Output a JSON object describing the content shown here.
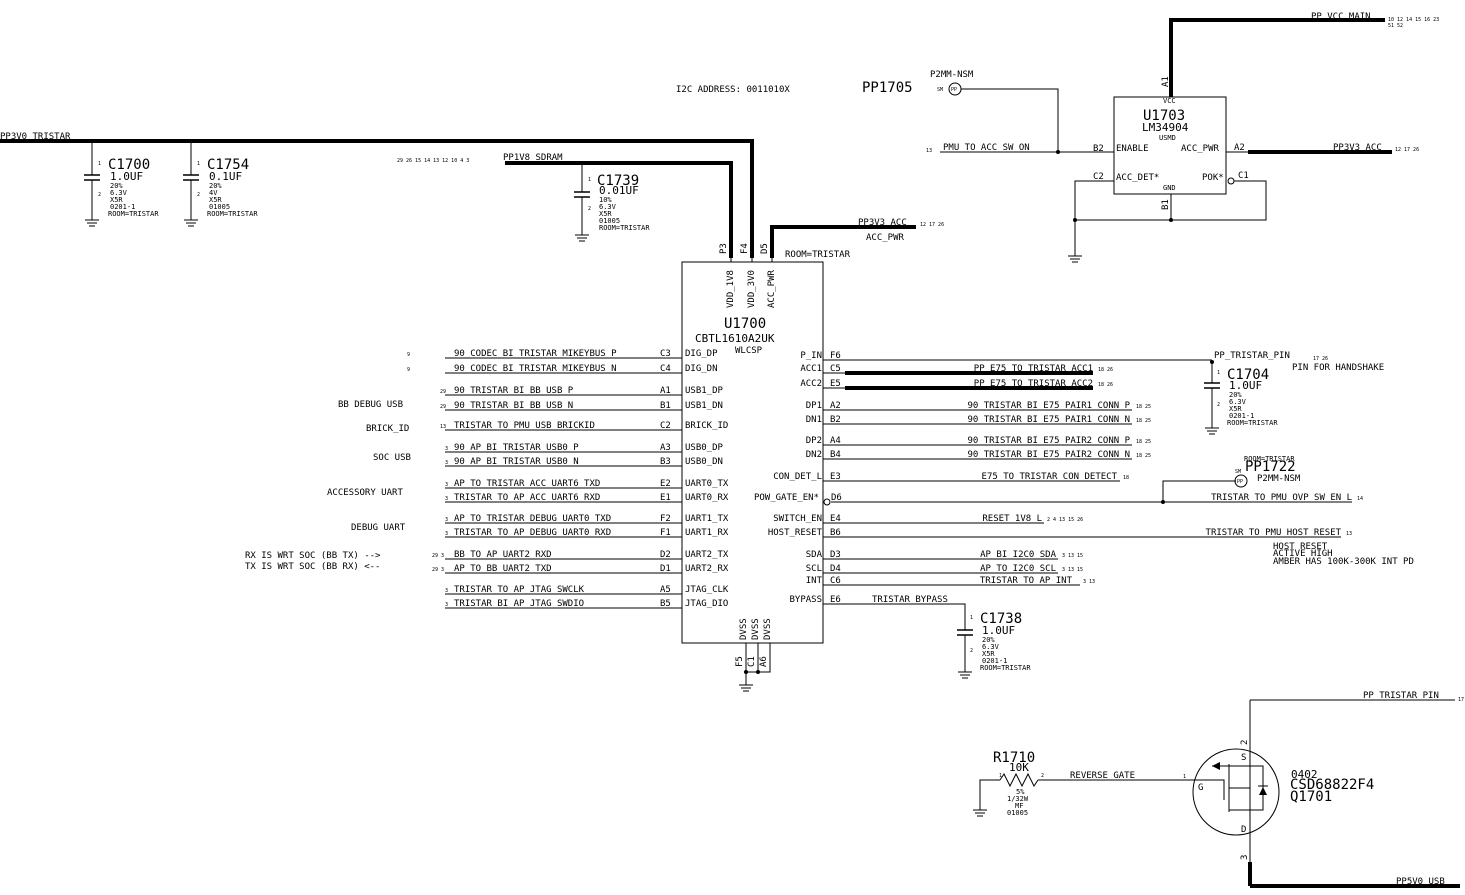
{
  "i2c_address": "I2C ADDRESS: 0011010X",
  "rails": {
    "pp3v0_tristar": "PP3V0_TRISTAR",
    "pp1v8_sdram": "PP1V8_SDRAM",
    "pp1v8_refs": "29 26 15 14 13 12 10 4 3",
    "pp3v3_acc": "PP3V3_ACC",
    "pp3v3_acc_refs": "12 17 26",
    "acc_pwr": "ACC_PWR",
    "room_tristar": "ROOM=TRISTAR",
    "pp_vcc_main": "PP_VCC_MAIN",
    "pp_vcc_main_refs1": "10 12 14 15 16 23",
    "pp_vcc_main_refs2": "51 52",
    "pp_tristar_pin": "PP_TRISTAR_PIN",
    "pp5v0_usb": "PP5V0_USB",
    "gnd": "GND"
  },
  "pp1705": {
    "name": "PP1705",
    "type": "P2MM-NSM",
    "sm": "SM",
    "pp": "PP"
  },
  "pp1722": {
    "name": "PP1722",
    "type": "P2MM-NSM",
    "sm": "SM",
    "pp": "PP",
    "room": "ROOM=TRISTAR"
  },
  "u1703": {
    "ref": "U1703",
    "part": "LM34904",
    "pkg": "USMD",
    "vcc": "VCC",
    "enable": "ENABLE",
    "acc_pwr": "ACC_PWR",
    "acc_det": "ACC_DET*",
    "pok": "POK*",
    "gnd": "GND",
    "a1": "A1",
    "b2": "B2",
    "a2": "A2",
    "c2": "C2",
    "c1": "C1",
    "b1": "B1",
    "enable_net": "PMU_TO_ACC_SW_ON",
    "enable_ref": "13",
    "out_net": "PP3V3_ACC",
    "out_refs": "12 17 26"
  },
  "caps": {
    "c1700": {
      "ref": "C1700",
      "val": "1.0UF",
      "tol": "20%",
      "volt": "6.3V",
      "diel": "X5R",
      "pkg": "0201-1",
      "room": "ROOM=TRISTAR"
    },
    "c1754": {
      "ref": "C1754",
      "val": "0.1UF",
      "tol": "20%",
      "volt": "4V",
      "diel": "X5R",
      "pkg": "01005",
      "room": "ROOM=TRISTAR"
    },
    "c1739": {
      "ref": "C1739",
      "val": "0.01UF",
      "tol": "10%",
      "volt": "6.3V",
      "diel": "X5R",
      "pkg": "01005",
      "room": "ROOM=TRISTAR"
    },
    "c1704": {
      "ref": "C1704",
      "val": "1.0UF",
      "tol": "20%",
      "volt": "6.3V",
      "diel": "X5R",
      "pkg": "0201-1",
      "room": "ROOM=TRISTAR"
    },
    "c1738": {
      "ref": "C1738",
      "val": "1.0UF",
      "tol": "20%",
      "volt": "6.3V",
      "diel": "X5R",
      "pkg": "0201-1",
      "room": "ROOM=TRISTAR"
    },
    "pin1": "1",
    "pin2": "2"
  },
  "u1700": {
    "ref": "U1700",
    "part": "CBTL1610A2UK",
    "pkg": "WLCSP",
    "top_pins": [
      {
        "ball": "P3",
        "name": "VDD_1V8"
      },
      {
        "ball": "F4",
        "name": "VDD_3V0"
      },
      {
        "ball": "D5",
        "name": "ACC_PWR"
      }
    ],
    "bottom_pins": [
      {
        "ball": "F5",
        "name": "DVSS"
      },
      {
        "ball": "C1",
        "name": "DVSS"
      },
      {
        "ball": "A6",
        "name": "DVSS"
      }
    ],
    "left_pins": [
      {
        "ball": "C3",
        "name": "DIG_DP",
        "net": "90_CODEC_BI_TRISTAR_MIKEYBUS_P",
        "ref": "9"
      },
      {
        "ball": "C4",
        "name": "DIG_DN",
        "net": "90_CODEC_BI_TRISTAR_MIKEYBUS_N",
        "ref": "9"
      },
      {
        "ball": "A1",
        "name": "USB1_DP",
        "net": "90_TRISTAR_BI_BB_USB_P",
        "ref": "29"
      },
      {
        "ball": "B1",
        "name": "USB1_DN",
        "net": "90_TRISTAR_BI_BB_USB_N",
        "ref": "29"
      },
      {
        "ball": "C2",
        "name": "BRICK_ID",
        "net": "TRISTAR_TO_PMU_USB_BRICKID",
        "ref": "13"
      },
      {
        "ball": "A3",
        "name": "USB0_DP",
        "net": "90_AP_BI_TRISTAR_USB0_P",
        "ref": "3"
      },
      {
        "ball": "B3",
        "name": "USB0_DN",
        "net": "90_AP_BI_TRISTAR_USB0_N",
        "ref": "3"
      },
      {
        "ball": "E2",
        "name": "UART0_TX",
        "net": "AP_TO_TRISTAR_ACC_UART6_TXD",
        "ref": "3"
      },
      {
        "ball": "E1",
        "name": "UART0_RX",
        "net": "TRISTAR_TO_AP_ACC_UART6_RXD",
        "ref": "3"
      },
      {
        "ball": "F2",
        "name": "UART1_TX",
        "net": "AP_TO_TRISTAR_DEBUG_UART0_TXD",
        "ref": "3"
      },
      {
        "ball": "F1",
        "name": "UART1_RX",
        "net": "TRISTAR_TO_AP_DEBUG_UART0_RXD",
        "ref": "3"
      },
      {
        "ball": "D2",
        "name": "UART2_TX",
        "net": "BB_TO_AP_UART2_RXD",
        "ref": "29 3"
      },
      {
        "ball": "D1",
        "name": "UART2_RX",
        "net": "AP_TO_BB_UART2_TXD",
        "ref": "29 3"
      },
      {
        "ball": "A5",
        "name": "JTAG_CLK",
        "net": "TRISTAR_TO_AP_JTAG_SWCLK",
        "ref": "3"
      },
      {
        "ball": "B5",
        "name": "JTAG_DIO",
        "net": "TRISTAR_BI_AP_JTAG_SWDIO",
        "ref": "3"
      }
    ],
    "right_pins": [
      {
        "ball": "F6",
        "name": "P_IN",
        "net": "",
        "ref": ""
      },
      {
        "ball": "C5",
        "name": "ACC1",
        "net": "PP_E75_TO_TRISTAR_ACC1",
        "ref": "18 26"
      },
      {
        "ball": "E5",
        "name": "ACC2",
        "net": "PP_E75_TO_TRISTAR_ACC2",
        "ref": "18 26"
      },
      {
        "ball": "A2",
        "name": "DP1",
        "net": "90_TRISTAR_BI_E75_PAIR1_CONN_P",
        "ref": "18 25"
      },
      {
        "ball": "B2",
        "name": "DN1",
        "net": "90_TRISTAR_BI_E75_PAIR1_CONN_N",
        "ref": "18 25"
      },
      {
        "ball": "A4",
        "name": "DP2",
        "net": "90_TRISTAR_BI_E75_PAIR2_CONN_P",
        "ref": "18 25"
      },
      {
        "ball": "B4",
        "name": "DN2",
        "net": "90_TRISTAR_BI_E75_PAIR2_CONN_N",
        "ref": "18 25"
      },
      {
        "ball": "E3",
        "name": "CON_DET_L",
        "net": "E75_TO_TRISTAR_CON_DETECT",
        "ref": "18"
      },
      {
        "ball": "D6",
        "name": "POW_GATE_EN*",
        "net": "TRISTAR_TO_PMU_OVP_SW_EN_L",
        "ref": "14"
      },
      {
        "ball": "E4",
        "name": "SWITCH_EN",
        "net": "RESET_1V8_L",
        "ref": "2 4 13 15 26"
      },
      {
        "ball": "B6",
        "name": "HOST_RESET",
        "net": "TRISTAR_TO_PMU_HOST_RESET",
        "ref": "13"
      },
      {
        "ball": "D3",
        "name": "SDA",
        "net": "AP_BI_I2C0_SDA",
        "ref": "3 13 15"
      },
      {
        "ball": "D4",
        "name": "SCL",
        "net": "AP_TO_I2C0_SCL",
        "ref": "3 13 15"
      },
      {
        "ball": "C6",
        "name": "INT",
        "net": "TRISTAR_TO_AP_INT",
        "ref": "3 13"
      },
      {
        "ball": "E6",
        "name": "BYPASS",
        "net": "TRISTAR_BYPASS",
        "ref": ""
      }
    ]
  },
  "group_labels": {
    "bb_debug_usb": "BB DEBUG USB",
    "brick_id": "BRICK_ID",
    "soc_usb": "SOC USB",
    "accessory_uart": "ACCESSORY UART",
    "debug_uart": "DEBUG UART",
    "rx_note": "RX IS WRT SOC (BB TX) -->",
    "tx_note": "TX IS WRT SOC (BB RX) <--"
  },
  "notes": {
    "pin_for_handshake": "PIN FOR HANDSHAKE",
    "pp_tristar_pin_refs": "17 26",
    "host_reset_1": "HOST RESET",
    "host_reset_2": "ACTIVE HIGH",
    "host_reset_3": "AMBER HAS 100K-300K INT PD"
  },
  "r1710": {
    "ref": "R1710",
    "val": "10K",
    "tol": "5%",
    "pwr": "1/32W",
    "type": "MF",
    "pkg": "01005",
    "p1": "1",
    "p2": "2"
  },
  "q1701": {
    "ref": "Q1701",
    "part": "CSD68822F4",
    "pkg": "0402",
    "gate_net": "REVERSE_GATE",
    "g": "G",
    "s": "S",
    "d": "D",
    "pin1": "1",
    "pin2": "2",
    "pin3": "3",
    "pin_net_ref": "17"
  }
}
